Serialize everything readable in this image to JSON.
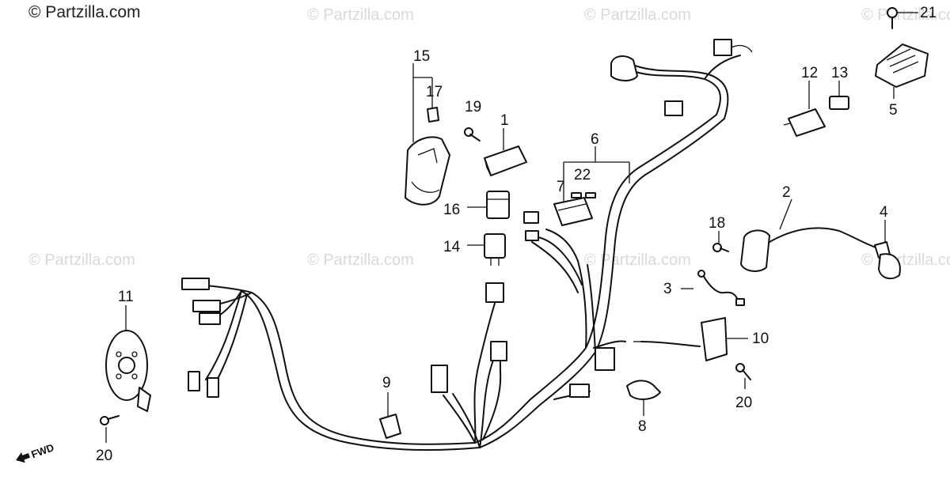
{
  "watermark_main": "© Partzilla.com",
  "watermark_faint": "© Partzilla.com",
  "fwd_label": "FWD",
  "callouts": {
    "c1": "1",
    "c2": "2",
    "c3": "3",
    "c4": "4",
    "c5": "5",
    "c6": "6",
    "c7": "7",
    "c8": "8",
    "c9": "9",
    "c10": "10",
    "c11": "11",
    "c12": "12",
    "c13": "13",
    "c14": "14",
    "c15": "15",
    "c16": "16",
    "c17": "17",
    "c18": "18",
    "c19": "19",
    "c20a": "20",
    "c20b": "20",
    "c21": "21",
    "c22": "22"
  },
  "colors": {
    "line": "#111111",
    "watermark": "#d9d9d9",
    "background": "#ffffff"
  }
}
